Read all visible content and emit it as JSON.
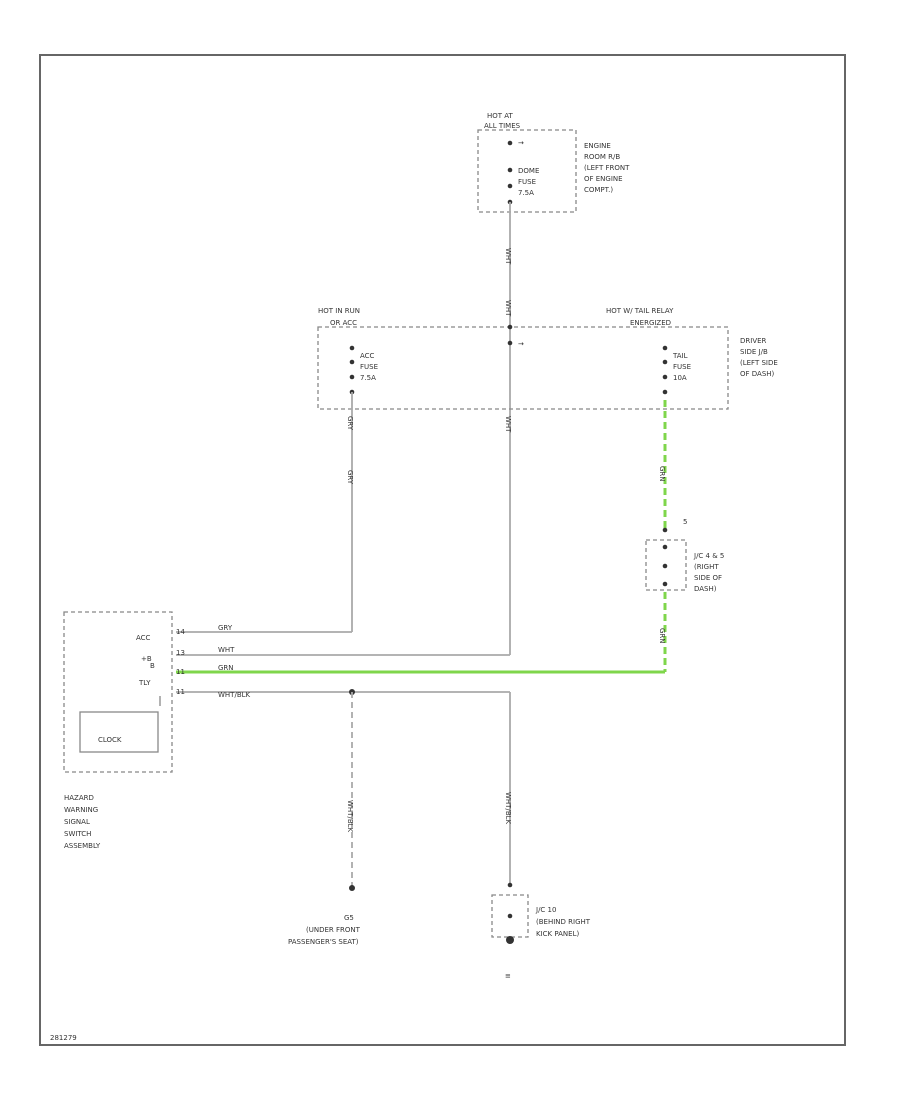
{
  "diagram": {
    "fuses": {
      "engine_room_rb": {
        "hot_label": "HOT AT",
        "hot_sub": "ALL TIMES",
        "fuse_lines": [
          "DOME",
          "FUSE",
          "7.5A"
        ],
        "location_lines": [
          "ENGINE",
          "ROOM R/B",
          "(LEFT FRONT",
          "OF ENGINE",
          "COMPT.)"
        ]
      },
      "driver_jb": {
        "hot_run_label": "HOT IN RUN",
        "hot_run_sub": "OR ACC",
        "acc_fuse_lines": [
          "ACC",
          "FUSE",
          "7.5A"
        ],
        "hot_tail_label": "HOT W/ TAIL RELAY",
        "hot_tail_sub": "ENERGIZED",
        "tail_fuse_lines": [
          "TAIL",
          "FUSE",
          "10A"
        ],
        "location_lines": [
          "DRIVER",
          "SIDE J/B",
          "(LEFT SIDE",
          "OF DASH)"
        ]
      }
    },
    "wires": {
      "dome_wire": "WHT",
      "dome_wire2": "WHT",
      "acc_wire": "GRY",
      "acc_wire2": "GRY",
      "tail_wire": "GRN",
      "tail_wire2": "GRN",
      "wht_mid": "WHT",
      "ground_left": "WHT/BLK",
      "ground_right": "WHT/BLK"
    },
    "junction": {
      "lines": [
        "J/C 4 & 5",
        "(RIGHT",
        "SIDE OF",
        "DASH)"
      ]
    },
    "switch": {
      "pins": [
        {
          "label": "ACC",
          "num": "14",
          "wire": "GRY"
        },
        {
          "label": "+B",
          "num": "13",
          "wire": "WHT"
        },
        {
          "label": "B",
          "num": "11",
          "wire": "GRN"
        },
        {
          "label": "TLY",
          "num": "11",
          "wire": "WHT/BLK"
        }
      ],
      "clock_label": "CLOCK",
      "name_lines": [
        "HAZARD",
        "WARNING",
        "SIGNAL",
        "SWITCH",
        "ASSEMBLY"
      ]
    },
    "grounds": {
      "left_lines": [
        "G5",
        "(UNDER FRONT",
        "PASSENGER'S SEAT)"
      ],
      "right_lines": [
        "J/C 10",
        "(BEHIND RIGHT",
        "KICK PANEL)"
      ],
      "bottom_symbol": "≡"
    },
    "diagram_code": "281279"
  }
}
